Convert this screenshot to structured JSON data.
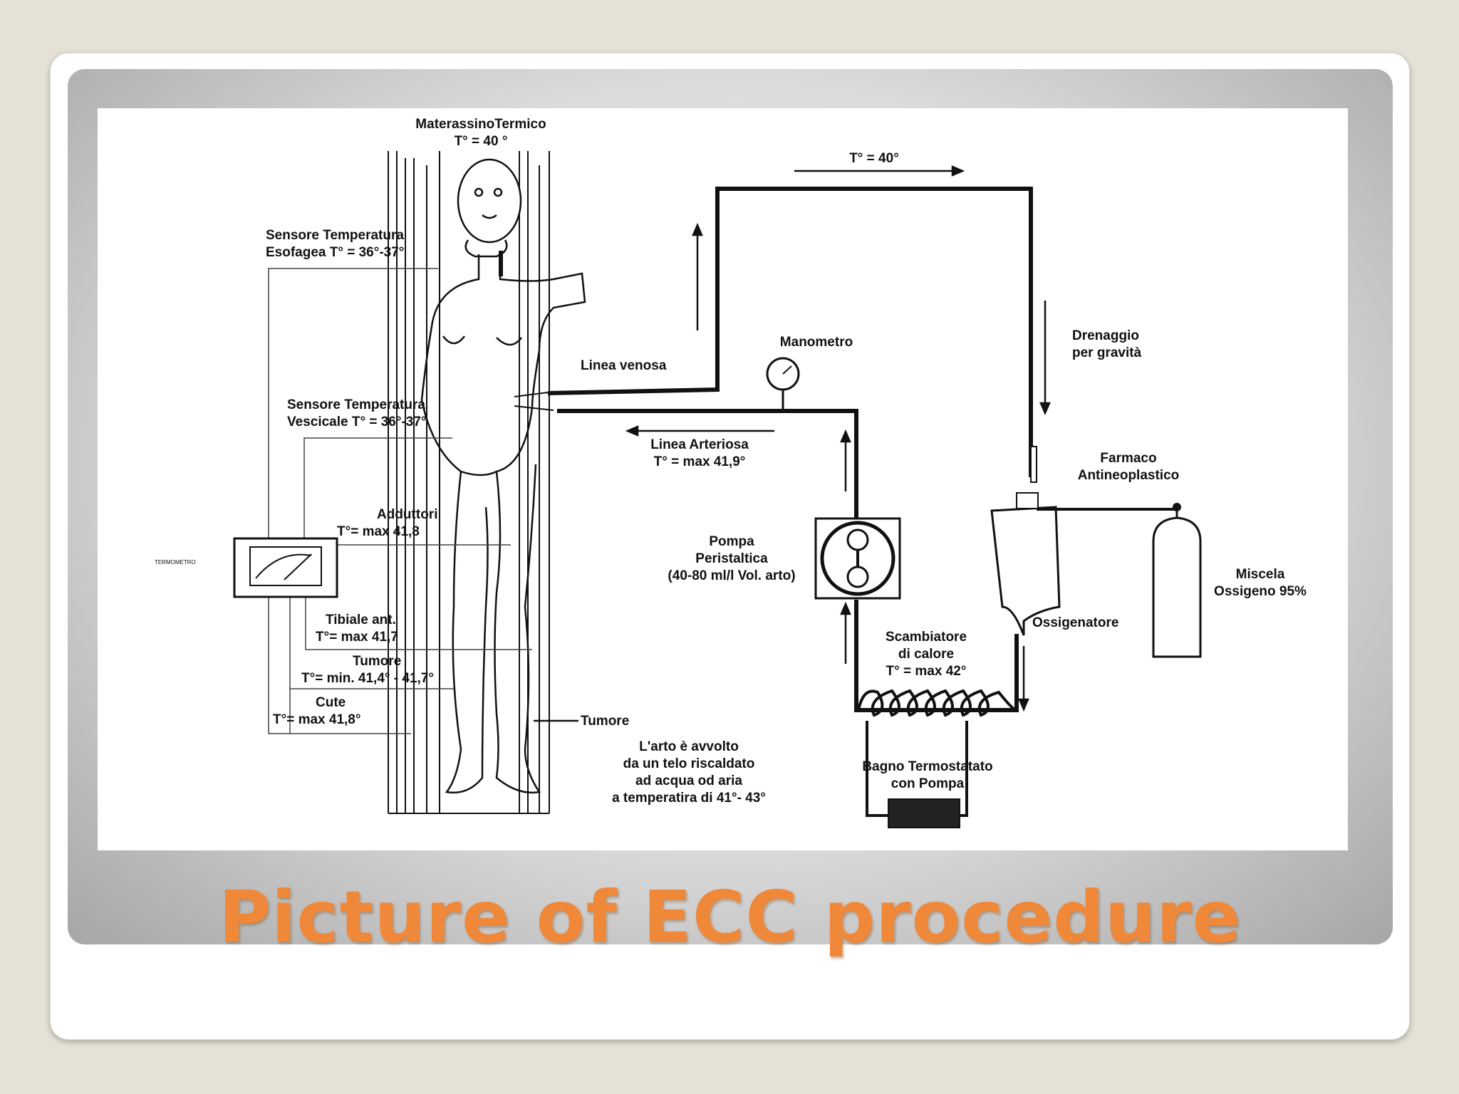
{
  "slide": {
    "title": "Picture of ECC procedure"
  },
  "diagram": {
    "labels": {
      "materassino_line1": "MaterassinoTermico",
      "materassino_line2": "T° = 40 °",
      "temp_top": "T° = 40°",
      "sensore_esof_line1": "Sensore Temperatura",
      "sensore_esof_line2": "Esofagea T° = 36°-37°",
      "manometro": "Manometro",
      "drenaggio_line1": "Drenaggio",
      "drenaggio_line2": "per gravità",
      "linea_venosa": "Linea venosa",
      "sensore_vesc_line1": "Sensore Temperatura",
      "sensore_vesc_line2": "Vescicale T° = 36°-37°",
      "linea_arteriosa_line1": "Linea Arteriosa",
      "linea_arteriosa_line2": "T° = max 41,9°",
      "farmaco_line1": "Farmaco",
      "farmaco_line2": "Antineoplastico",
      "adduttori_line1": "Adduttori",
      "adduttori_line2": "T°= max  41,8",
      "termometro": "TERMOMETRO",
      "pompa_line1": "Pompa",
      "pompa_line2": "Peristaltica",
      "pompa_line3": "(40-80 ml/l Vol. arto)",
      "miscela_line1": "Miscela",
      "miscela_line2": "Ossigeno 95%",
      "ossigenatore": "Ossigenatore",
      "tibiale_line1": "Tibiale ant.",
      "tibiale_line2": "T°= max  41,7",
      "scambiatore_line1": "Scambiatore",
      "scambiatore_line2": "di calore",
      "scambiatore_line3": "T° = max 42°",
      "tumore_left_line1": "Tumore",
      "tumore_left_line2": "T°= min. 41,4° - 41,7°",
      "cute_line1": "Cute",
      "cute_line2": "T°= max  41,8°",
      "tumore_right": "Tumore",
      "arto_line1": "L'arto è avvolto",
      "arto_line2": "da un telo riscaldato",
      "arto_line3": "ad acqua od aria",
      "arto_line4": "a temperatira di 41°- 43°",
      "bagno_line1": "Bagno Termostatato",
      "bagno_line2": "con Pompa"
    }
  }
}
